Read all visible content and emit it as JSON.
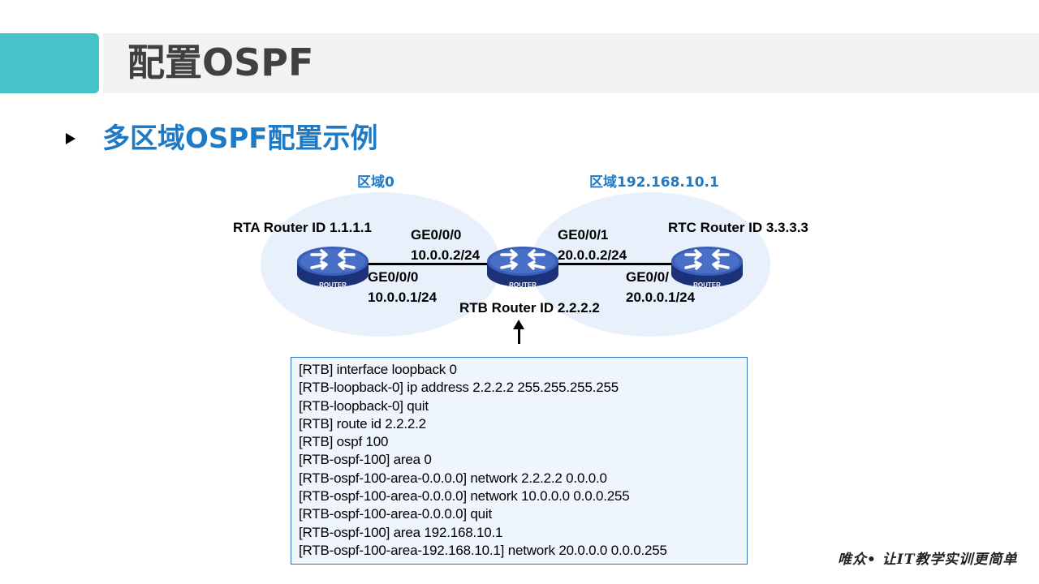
{
  "slide": {
    "title": "配置OSPF",
    "subtitle": "多区域OSPF配置示例"
  },
  "areas": {
    "area0_label": "区域0",
    "area1_label": "区域192.168.10.1"
  },
  "routers": {
    "rta": {
      "label": "RTA Router ID 1.1.1.1",
      "icon_text": "ROUTER"
    },
    "rtb": {
      "label": "RTB Router ID 2.2.2.2",
      "icon_text": "ROUTER"
    },
    "rtc": {
      "label": "RTC Router ID 3.3.3.3",
      "icon_text": "ROUTER"
    }
  },
  "interfaces": {
    "rta_ge": {
      "name": "GE0/0/0",
      "ip": "10.0.0.1/24"
    },
    "rtb_ge0": {
      "name": "GE0/0/0",
      "ip": "10.0.0.2/24"
    },
    "rtb_ge1": {
      "name": "GE0/0/1",
      "ip": "20.0.0.2/24"
    },
    "rtc_ge": {
      "name": "GE0/0/",
      "ip": "20.0.0.1/24"
    }
  },
  "commands": [
    "[RTB] interface loopback 0",
    "[RTB-loopback-0] ip address 2.2.2.2 255.255.255.255",
    "[RTB-loopback-0] quit",
    "[RTB] route id 2.2.2.2",
    "[RTB] ospf 100",
    "[RTB-ospf-100] area 0",
    "[RTB-ospf-100-area-0.0.0.0] network 2.2.2.2 0.0.0.0",
    "[RTB-ospf-100-area-0.0.0.0] network 10.0.0.0 0.0.0.255",
    "[RTB-ospf-100-area-0.0.0.0] quit",
    "[RTB-ospf-100] area 192.168.10.1",
    "[RTB-ospf-100-area-192.168.10.1] network 20.0.0.0 0.0.0.255"
  ],
  "footer": "唯众• 让IT教学实训更简单",
  "colors": {
    "accent": "#45c3c9",
    "subtitle_blue": "#1f7ac6",
    "area_fill": "#e8f1fb",
    "router_blue": "#2e4fa3"
  }
}
